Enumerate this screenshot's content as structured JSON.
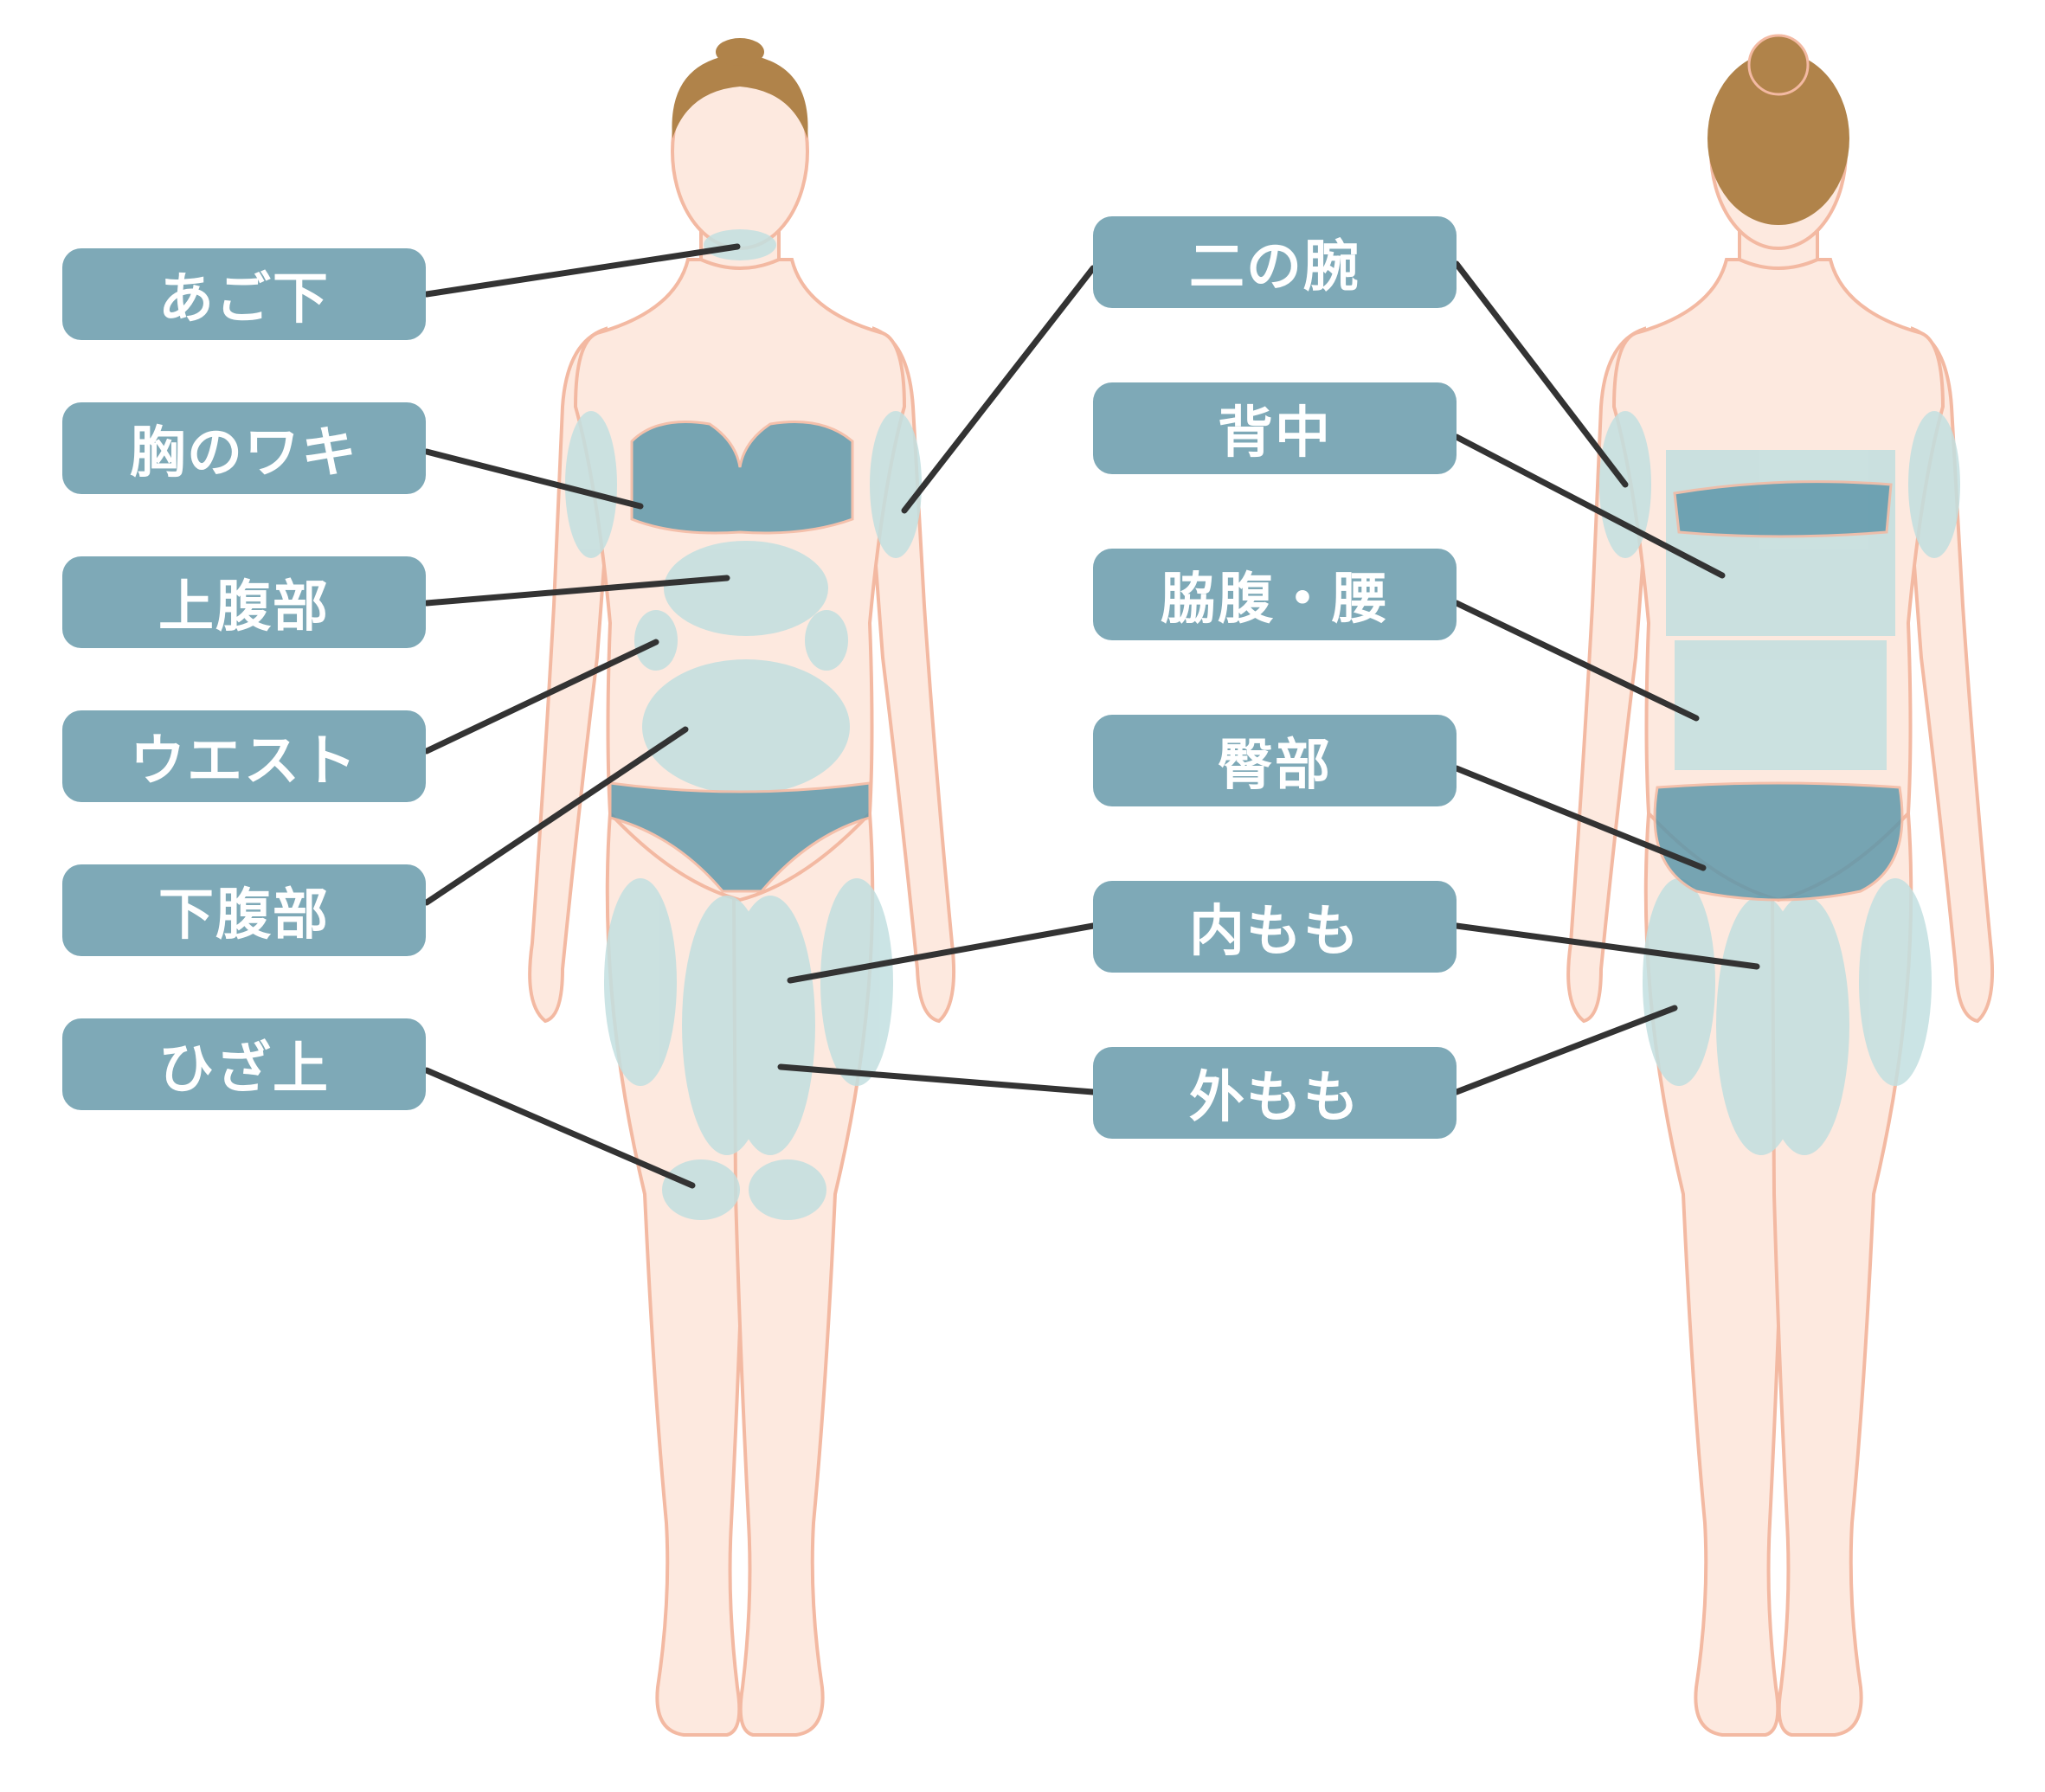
{
  "colors": {
    "skin": "#fde9df",
    "skin_outline": "#f3b9a2",
    "zone": "#c2dfe0",
    "clothing": "#5f98ab",
    "hair": "#b0834a",
    "label_bg": "#7ea9b7",
    "label_text": "#ffffff",
    "leader_line": "#333333"
  },
  "labels_front": [
    {
      "id": "chin",
      "text": "あご下"
    },
    {
      "id": "chest-armpit",
      "text": "胸のワキ"
    },
    {
      "id": "upper-abdomen",
      "text": "上腹部"
    },
    {
      "id": "waist",
      "text": "ウエスト"
    },
    {
      "id": "lower-abdomen",
      "text": "下腹部"
    },
    {
      "id": "above-knee",
      "text": "ひざ上"
    }
  ],
  "labels_back": [
    {
      "id": "upper-arm",
      "text": "二の腕"
    },
    {
      "id": "back",
      "text": "背中"
    },
    {
      "id": "flank-lower-back",
      "text": "脇腹・腰"
    },
    {
      "id": "buttocks",
      "text": "臀部"
    },
    {
      "id": "inner-thigh",
      "text": "内もも"
    },
    {
      "id": "outer-thigh",
      "text": "外もも"
    }
  ]
}
